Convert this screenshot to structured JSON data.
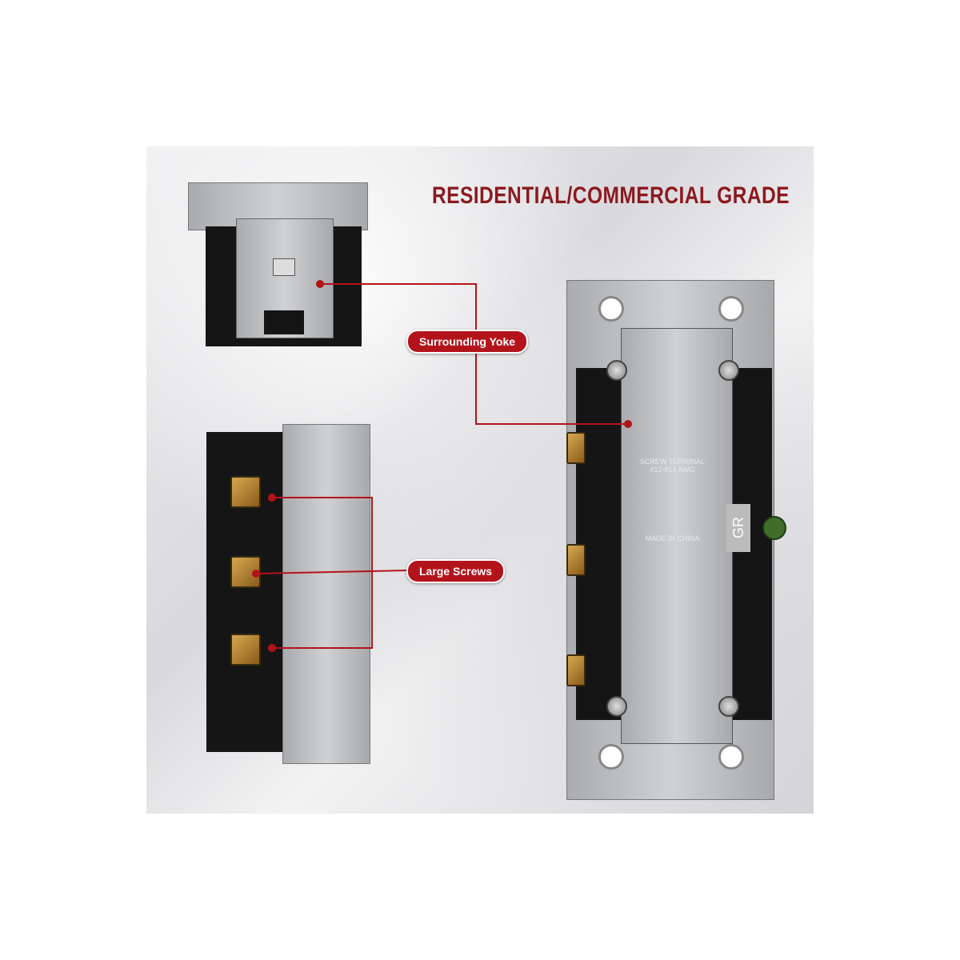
{
  "title": "RESIDENTIAL/COMMERCIAL GRADE",
  "callouts": {
    "yoke": "Surrounding Yoke",
    "screws": "Large Screws"
  },
  "plate": {
    "line1": "SCREW TERMINAL",
    "line2": "#12-#14 AWG",
    "origin": "MADE IN CHINA",
    "ground": "GR"
  },
  "colors": {
    "accent": "#b3141b",
    "title": "#8b1a1f"
  }
}
